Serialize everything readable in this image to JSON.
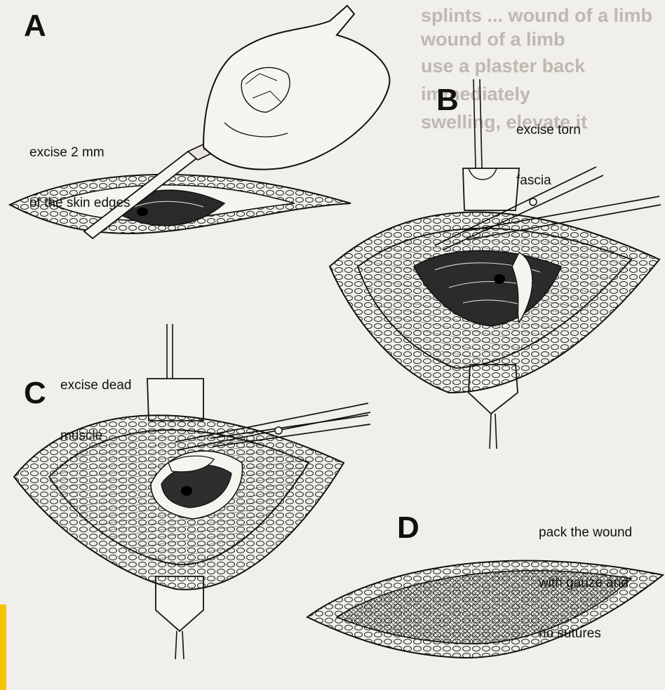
{
  "panels": {
    "a": {
      "letter": "A",
      "caption_line1": "excise 2 mm",
      "caption_line2": "of the skin edges"
    },
    "b": {
      "letter": "B",
      "caption_line1": "excise torn",
      "caption_line2": "fascia"
    },
    "c": {
      "letter": "C",
      "caption_line1": "excise dead",
      "caption_line2": "muscle"
    },
    "d": {
      "letter": "D",
      "caption_line1": "pack the wound",
      "caption_line2": "with gauze and",
      "caption_line3": "no sutures"
    }
  },
  "background_text": {
    "line1": "splints ... wound of a limb",
    "line2": "wound of a limb",
    "line3": "use a plaster back",
    "line4": "immediately",
    "line5": "swelling, elevate it"
  },
  "colors": {
    "ink": "#111111",
    "paper": "#f1efe9",
    "bleed": "#bdb9b2",
    "accent": "#f4c400"
  }
}
